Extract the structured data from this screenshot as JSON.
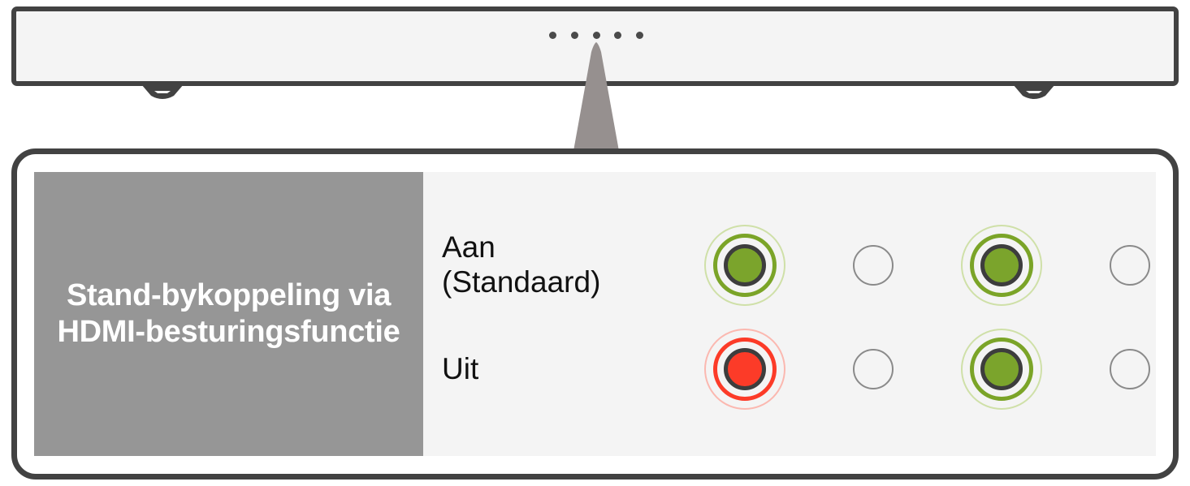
{
  "device": {
    "name": "soundbar-device",
    "indicator_dots": [
      "dot-1",
      "dot-2",
      "dot-3",
      "dot-4",
      "dot-5"
    ],
    "foot_left_icon": "device-foot-left-icon",
    "foot_right_icon": "device-foot-right-icon",
    "signal_icon": "signal-cone-icon"
  },
  "panel": {
    "title": "Stand-bykoppeling via HDMI-besturingsfunctie",
    "rows": [
      {
        "label": "Aan\n(Standaard)",
        "lamps": [
          "on-green",
          "off",
          "on-green",
          "off",
          "off"
        ]
      },
      {
        "label": "Uit",
        "lamps": [
          "on-red",
          "off",
          "on-green",
          "off",
          "off"
        ]
      }
    ]
  },
  "colors": {
    "border_dark": "#424242",
    "panel_fill": "#f4f4f4",
    "label_block": "#969696",
    "lamp_green": "#7ba42c",
    "lamp_green_ring": "#7ba428",
    "lamp_green_halo": "#cfe0a8",
    "lamp_red": "#fc3b28",
    "lamp_red_halo": "#fbb8b0",
    "lamp_off_outline": "#8a8a8a",
    "lamp_core_outline": "#3d3d3d",
    "cone_fill": "#96908f",
    "text_dark": "#111111",
    "text_light": "#ffffff"
  }
}
